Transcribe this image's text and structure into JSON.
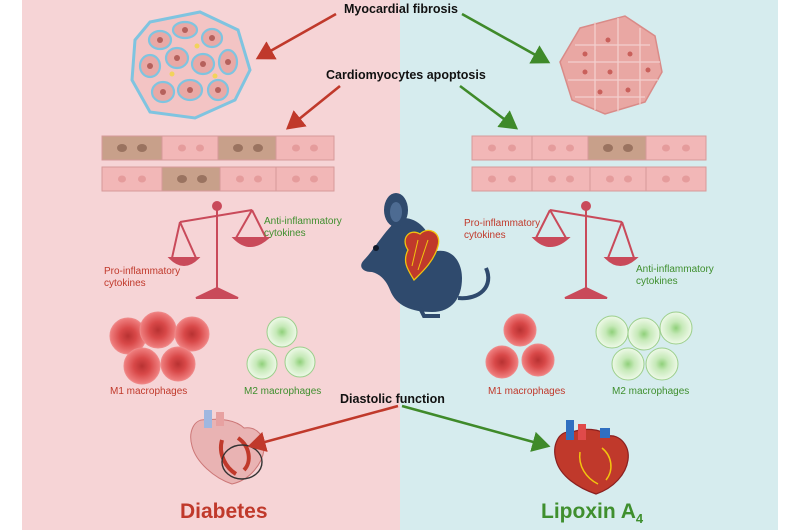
{
  "labels": {
    "myocardial_fibrosis": "Myocardial fibrosis",
    "cardiomyocytes_apoptosis": "Cardiomyocytes apoptosis",
    "diastolic_function": "Diastolic function",
    "left": {
      "anti_inflammatory": "Anti-inflammatory\ncytokines",
      "pro_inflammatory": "Pro-inflammatory\ncytokines",
      "m1": "M1 macrophages",
      "m2": "M2 macrophages",
      "title": "Diabetes"
    },
    "right": {
      "pro_inflammatory": "Pro-inflammatory\ncytokines",
      "anti_inflammatory": "Anti-inflammatory\ncytokines",
      "m1": "M1 macrophages",
      "m2": "M2 macrophages",
      "title": "Lipoxin A",
      "title_subscript": "4"
    }
  },
  "colors": {
    "left_panel": "#f6d4d6",
    "right_panel": "#d6ecee",
    "red_arrow": "#c0392b",
    "green_arrow": "#3f8a2a",
    "m1_cell": "#e05555",
    "m2_cell": "#d8f0d0",
    "mouse": "#2f4a6d",
    "diabetes_text": "#c0392b",
    "lipoxin_text": "#3f8f2e"
  }
}
